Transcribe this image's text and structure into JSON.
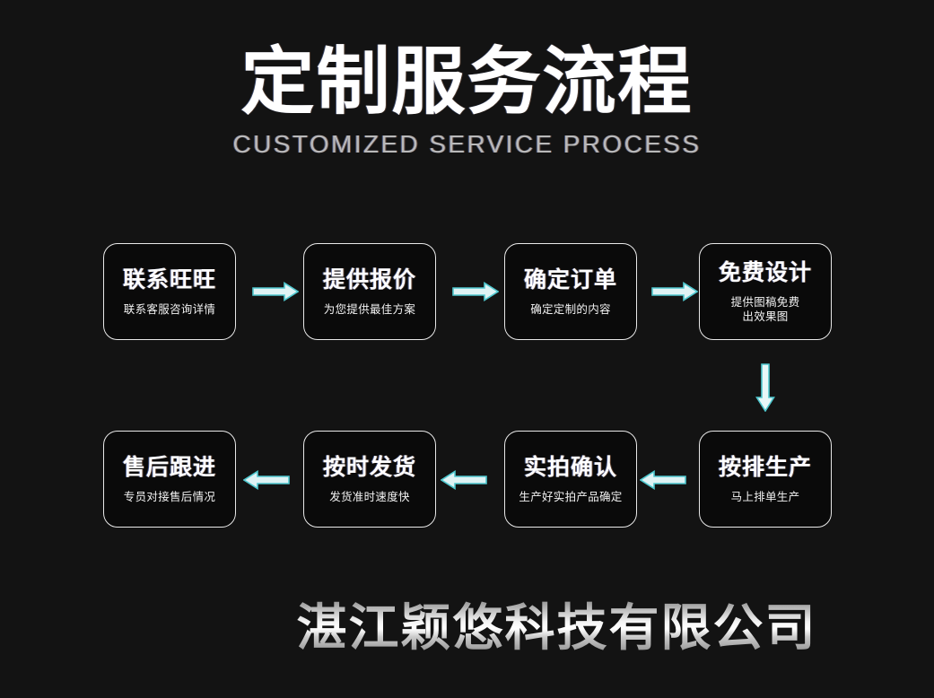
{
  "page": {
    "background_color": "#131313",
    "accent_color": "#4fc8cf"
  },
  "header": {
    "title": "定制服务流程",
    "subtitle": "CUSTOMIZED SERVICE PROCESS"
  },
  "flow": {
    "row1": [
      {
        "title": "联系旺旺",
        "desc": "联系客服咨询详情"
      },
      {
        "title": "提供报价",
        "desc": "为您提供最佳方案"
      },
      {
        "title": "确定订单",
        "desc": "确定定制的内容"
      },
      {
        "title": "免费设计",
        "desc": "提供图稿免费\n出效果图"
      }
    ],
    "row2": [
      {
        "title": "售后跟进",
        "desc": "专员对接售后情况"
      },
      {
        "title": "按时发货",
        "desc": "发货准时速度快"
      },
      {
        "title": "实拍确认",
        "desc": "生产好实拍产品确定"
      },
      {
        "title": "按排生产",
        "desc": "马上排单生产"
      }
    ],
    "arrows": {
      "row1_direction": "right",
      "row2_direction": "left",
      "connector_direction": "down"
    }
  },
  "footer": {
    "company_name": "湛江颖悠科技有限公司"
  }
}
